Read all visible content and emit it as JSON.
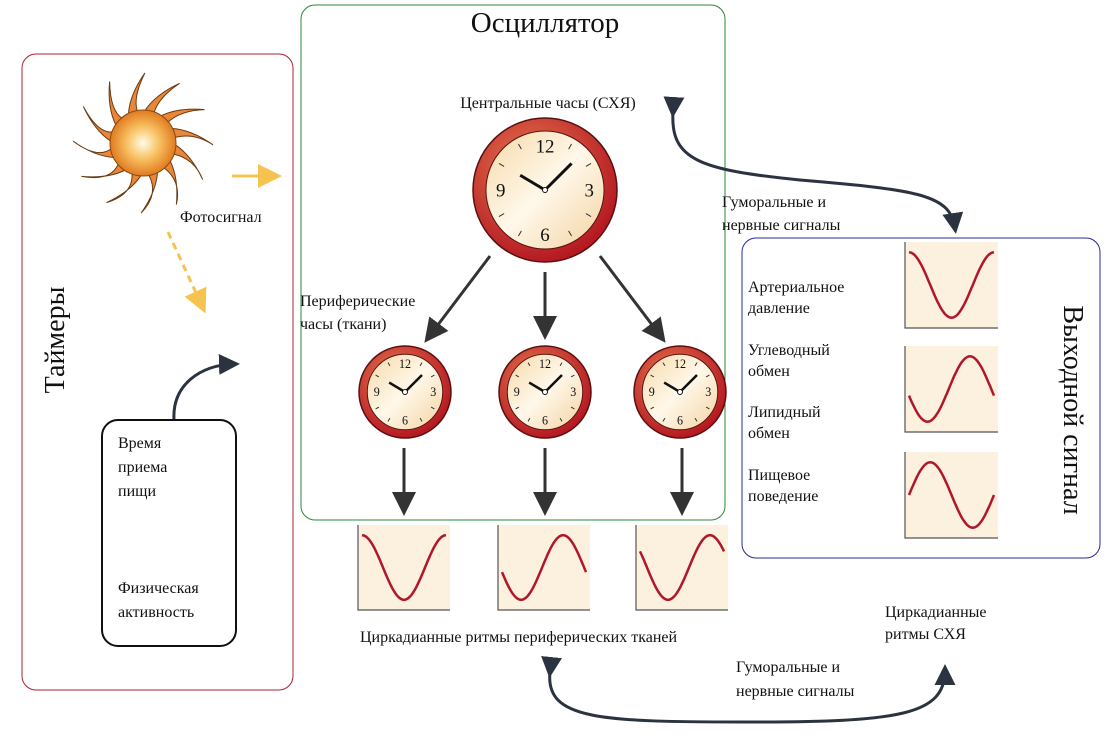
{
  "timers": {
    "title": "Таймеры",
    "photosignal": "Фотосигнал",
    "meal_time": [
      "Время",
      "приема",
      "пищи"
    ],
    "physical_activity": [
      "Физическая",
      "активность"
    ]
  },
  "oscillator": {
    "title": "Осциллятор",
    "central_clock": "Центральные часы (СХЯ)",
    "peripheral_clocks": [
      "Периферические",
      "часы (ткани)"
    ],
    "peripheral_rhythms": "Циркадианные ритмы периферических тканей",
    "clock_numbers": [
      "12",
      "3",
      "6",
      "9"
    ]
  },
  "signals": {
    "top": [
      "Гуморальные и",
      "нервные сигналы"
    ],
    "bottom": [
      "Гуморальные и",
      "нервные сигналы"
    ]
  },
  "output": {
    "title": "Выходной сигнал",
    "items": [
      [
        "Артериальное",
        "давление"
      ],
      [
        "Углеводный",
        "обмен"
      ],
      [
        "Липидный",
        "обмен"
      ],
      [
        "Пищевое",
        "поведение"
      ]
    ],
    "scn_rhythms": [
      "Циркадианные",
      "ритмы СХЯ"
    ]
  },
  "colors": {
    "timers_border": "#b02030",
    "oscillator_border": "#2a8a3a",
    "output_border": "#2a2a9a",
    "wave": "#b0182a",
    "clock_rim": "#c8202a"
  }
}
